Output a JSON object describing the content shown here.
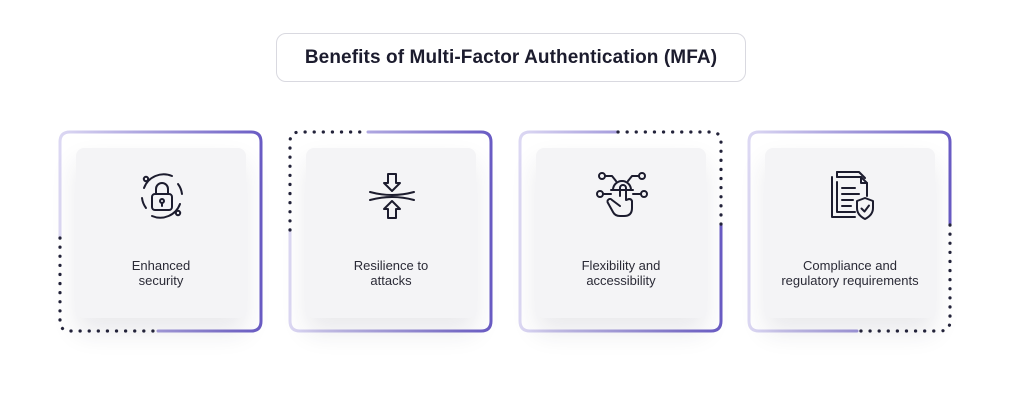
{
  "title": "Benefits of Multi-Factor Authentication (MFA)",
  "cards": [
    {
      "label": "Enhanced\nsecurity",
      "icon": "lock-cycle-icon"
    },
    {
      "label": "Resilience to\nattacks",
      "icon": "pressure-arrows-icon"
    },
    {
      "label": "Flexibility and\naccessibility",
      "icon": "touch-network-icon"
    },
    {
      "label": "Compliance and\nregulatory requirements",
      "icon": "document-shield-icon"
    }
  ],
  "colors": {
    "accent": "#6a5cc4",
    "accent_light": "#d4cff0",
    "dots": "#23233a",
    "card_bg": "#f4f4f6",
    "text": "#2a2a36"
  }
}
